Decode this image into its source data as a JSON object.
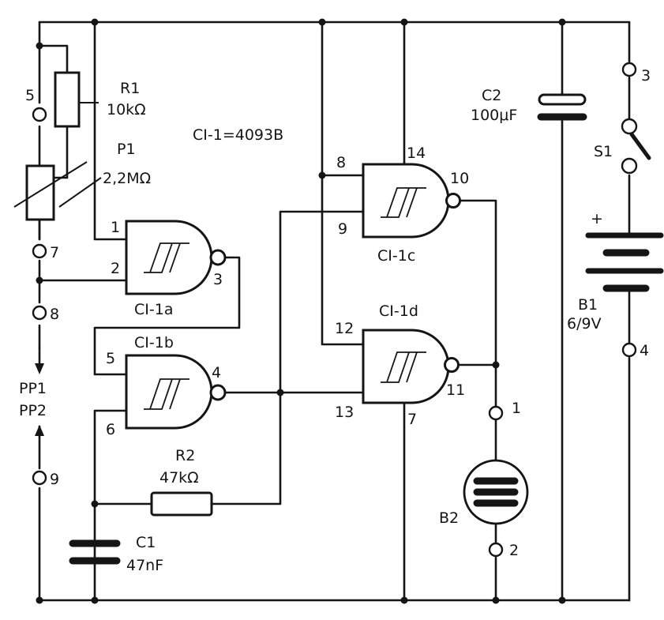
{
  "ic_note": "CI-1=4093B",
  "gates": {
    "a": {
      "name": "CI-1a",
      "pins": [
        "1",
        "2",
        "3"
      ]
    },
    "b": {
      "name": "CI-1b",
      "pins": [
        "5",
        "6",
        "4"
      ]
    },
    "c": {
      "name": "CI-1c",
      "pins": [
        "8",
        "9",
        "10",
        "14"
      ]
    },
    "d": {
      "name": "CI-1d",
      "pins": [
        "12",
        "13",
        "11",
        "7"
      ]
    }
  },
  "components": {
    "r1": {
      "ref": "R1",
      "value": "10kΩ"
    },
    "p1": {
      "ref": "P1",
      "value": "2,2MΩ"
    },
    "r2": {
      "ref": "R2",
      "value": "47kΩ"
    },
    "c1": {
      "ref": "C1",
      "value": "47nF"
    },
    "c2": {
      "ref": "C2",
      "value": "100μF"
    },
    "s1": {
      "ref": "S1"
    },
    "b1": {
      "ref": "B1",
      "value": "6/9V",
      "polarity": "+"
    },
    "b2": {
      "ref": "B2"
    }
  },
  "terminals": [
    "5",
    "7",
    "8",
    "9",
    "1",
    "2",
    "3",
    "4"
  ],
  "probes": [
    "PP1",
    "PP2"
  ]
}
